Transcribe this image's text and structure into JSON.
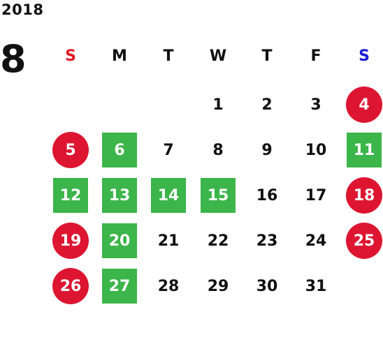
{
  "calendar": {
    "year": "2018",
    "month": "8",
    "weekdays": [
      {
        "label": "S",
        "kind": "sun"
      },
      {
        "label": "M",
        "kind": "normal"
      },
      {
        "label": "T",
        "kind": "normal"
      },
      {
        "label": "W",
        "kind": "normal"
      },
      {
        "label": "T",
        "kind": "normal"
      },
      {
        "label": "F",
        "kind": "normal"
      },
      {
        "label": "S",
        "kind": "sat"
      }
    ],
    "first_weekday_index": 3,
    "days": [
      {
        "day": "1",
        "style": "plain"
      },
      {
        "day": "2",
        "style": "plain"
      },
      {
        "day": "3",
        "style": "plain"
      },
      {
        "day": "4",
        "style": "red-circle"
      },
      {
        "day": "5",
        "style": "red-circle"
      },
      {
        "day": "6",
        "style": "green-square"
      },
      {
        "day": "7",
        "style": "plain"
      },
      {
        "day": "8",
        "style": "plain"
      },
      {
        "day": "9",
        "style": "plain"
      },
      {
        "day": "10",
        "style": "plain"
      },
      {
        "day": "11",
        "style": "green-square"
      },
      {
        "day": "12",
        "style": "green-square"
      },
      {
        "day": "13",
        "style": "green-square"
      },
      {
        "day": "14",
        "style": "green-square"
      },
      {
        "day": "15",
        "style": "green-square"
      },
      {
        "day": "16",
        "style": "plain"
      },
      {
        "day": "17",
        "style": "plain"
      },
      {
        "day": "18",
        "style": "red-circle"
      },
      {
        "day": "19",
        "style": "red-circle"
      },
      {
        "day": "20",
        "style": "green-square"
      },
      {
        "day": "21",
        "style": "plain"
      },
      {
        "day": "22",
        "style": "plain"
      },
      {
        "day": "23",
        "style": "plain"
      },
      {
        "day": "24",
        "style": "plain"
      },
      {
        "day": "25",
        "style": "red-circle"
      },
      {
        "day": "26",
        "style": "red-circle"
      },
      {
        "day": "27",
        "style": "green-square"
      },
      {
        "day": "28",
        "style": "plain"
      },
      {
        "day": "29",
        "style": "plain"
      },
      {
        "day": "30",
        "style": "plain"
      },
      {
        "day": "31",
        "style": "plain"
      }
    ]
  },
  "colors": {
    "sunday": "#e01a24",
    "saturday": "#1a1ad8",
    "holiday_circle": "#dd1531",
    "closed_square": "#3cb54a",
    "text": "#111111"
  }
}
